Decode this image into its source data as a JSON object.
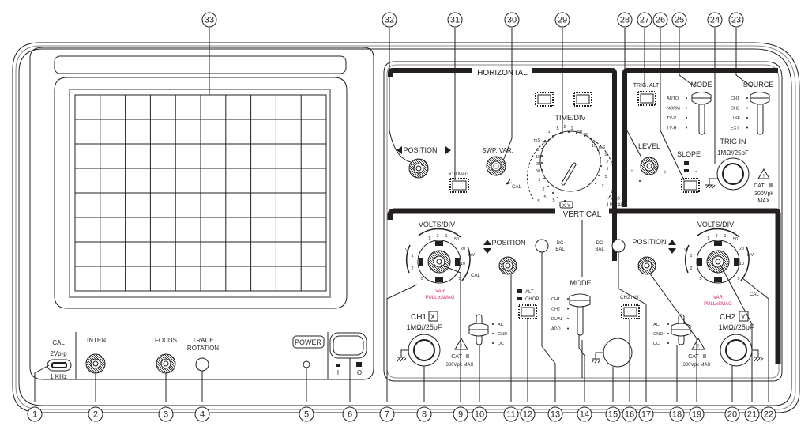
{
  "panel": {
    "horizontal_header": "HORIZONTAL",
    "vertical_header": "VERTICAL",
    "colors": {
      "ink": "#231f20",
      "accent_red": "#e0245e"
    }
  },
  "left_bottom": {
    "cal_label": "CAL",
    "cal_voltage": "2Vp-p",
    "cal_freq": "1 KHz",
    "inten": "INTEN",
    "focus": "FOCUS",
    "trace_rotation_1": "TRACE",
    "trace_rotation_2": "ROTATION",
    "power": "POWER",
    "power_on": "I",
    "power_off": "O"
  },
  "horizontal": {
    "position": "POSITION",
    "x10_mag": "x10 MAG",
    "swp_var": "SWP. VAR.",
    "cal": "CAL",
    "time_div": "TIME/DIV",
    "time_left_scale": [
      "mS",
      "2",
      "5",
      "10",
      "20",
      "50",
      "1",
      "2",
      "5",
      "S"
    ],
    "time_top_scale": [
      "1",
      "5",
      "2",
      "1",
      "50",
      "20",
      "10",
      "mS"
    ],
    "time_right_scale": [
      "5",
      "2",
      "1",
      "5",
      "2"
    ],
    "time_bottom_scale": [
      "5"
    ],
    "xy": "X-Y",
    "x10": "x 10",
    "uncal": "UNCAL"
  },
  "trigger": {
    "trig_alt": "TRIG. ALT",
    "level": "LEVEL",
    "minus": "-",
    "plus": "+",
    "slope": "SLOPE",
    "slope_plus": "+",
    "slope_minus": "-",
    "mode": "MODE",
    "mode_options": [
      "AUTO",
      "NORM",
      "TV-V",
      "TV-H"
    ],
    "source": "SOURCE",
    "source_options": [
      "CH1",
      "CH2",
      "LINE",
      "EXT"
    ],
    "trig_in": "TRIG IN",
    "trig_in_imp": "1MΩ//25pF",
    "cat": "CAT",
    "cat_level": "II",
    "max_v1": "300Vpk",
    "max_v2": "MAX"
  },
  "vertical": {
    "volts_div": "VOLTS/DIV",
    "volts_scale_top": [
      "5",
      "2",
      "1",
      "50"
    ],
    "volts_scale_left": [
      "V",
      "1",
      "2",
      "5"
    ],
    "volts_scale_right": [
      "20",
      "mV",
      "10",
      "5"
    ],
    "cal": "CAL",
    "var1": "VAR",
    "var2_ch1": "PULL xSMAG",
    "var2_ch2": "PULLxSMAG",
    "position": "POSITION",
    "alt": "ALT",
    "chop": "CHOP",
    "dc_bal": "DC",
    "dc_bal2": "BAL",
    "mode": "MODE",
    "mode_options": [
      "CH1",
      "CH2",
      "DUAL",
      "ADD"
    ],
    "ch2_inv": "CH2 INV",
    "coupling": [
      "AC",
      "GND",
      "DC"
    ],
    "ch1": "CH1",
    "ch1_tag": "X",
    "ch2": "CH2",
    "ch2_tag": "Y",
    "input_imp": "1MΩ//25pF",
    "cat": "CAT",
    "cat_level": "II",
    "max_v": "300Vpk MAX"
  },
  "callouts": [
    "1",
    "2",
    "3",
    "4",
    "5",
    "6",
    "7",
    "8",
    "9",
    "10",
    "11",
    "12",
    "13",
    "14",
    "15",
    "16",
    "17",
    "18",
    "19",
    "20",
    "21",
    "22",
    "23",
    "24",
    "25",
    "26",
    "27",
    "28",
    "29",
    "30",
    "31",
    "32",
    "33"
  ]
}
